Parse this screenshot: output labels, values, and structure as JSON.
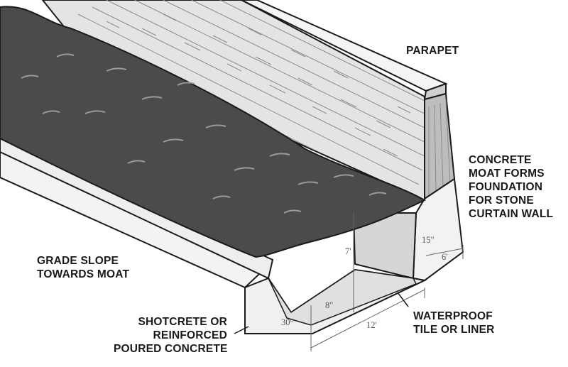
{
  "callouts": {
    "parapet": [
      "PARAPET"
    ],
    "concrete_moat": [
      "CONCRETE",
      "MOAT FORMS",
      "FOUNDATION",
      "FOR STONE",
      "CURTAIN WALL"
    ],
    "grade_slope": [
      "GRADE SLOPE",
      "TOWARDS MOAT"
    ],
    "shotcrete": [
      "SHOTCRETE OR",
      "REINFORCED",
      "POURED CONCRETE"
    ],
    "waterproof": [
      "WATERPROOF",
      "TILE OR LINER"
    ]
  },
  "dimensions": {
    "depth": "7'",
    "wall_thickness": "15\"",
    "top_width": "6'",
    "bottom_thickness": "8\"",
    "bottom_angle": "30°",
    "bottom_width": "12'"
  },
  "colors": {
    "water": "#4a4a4a",
    "wall_stone": "#e6e6e6",
    "concrete": "#ececec",
    "outline": "#1a1a1a"
  }
}
